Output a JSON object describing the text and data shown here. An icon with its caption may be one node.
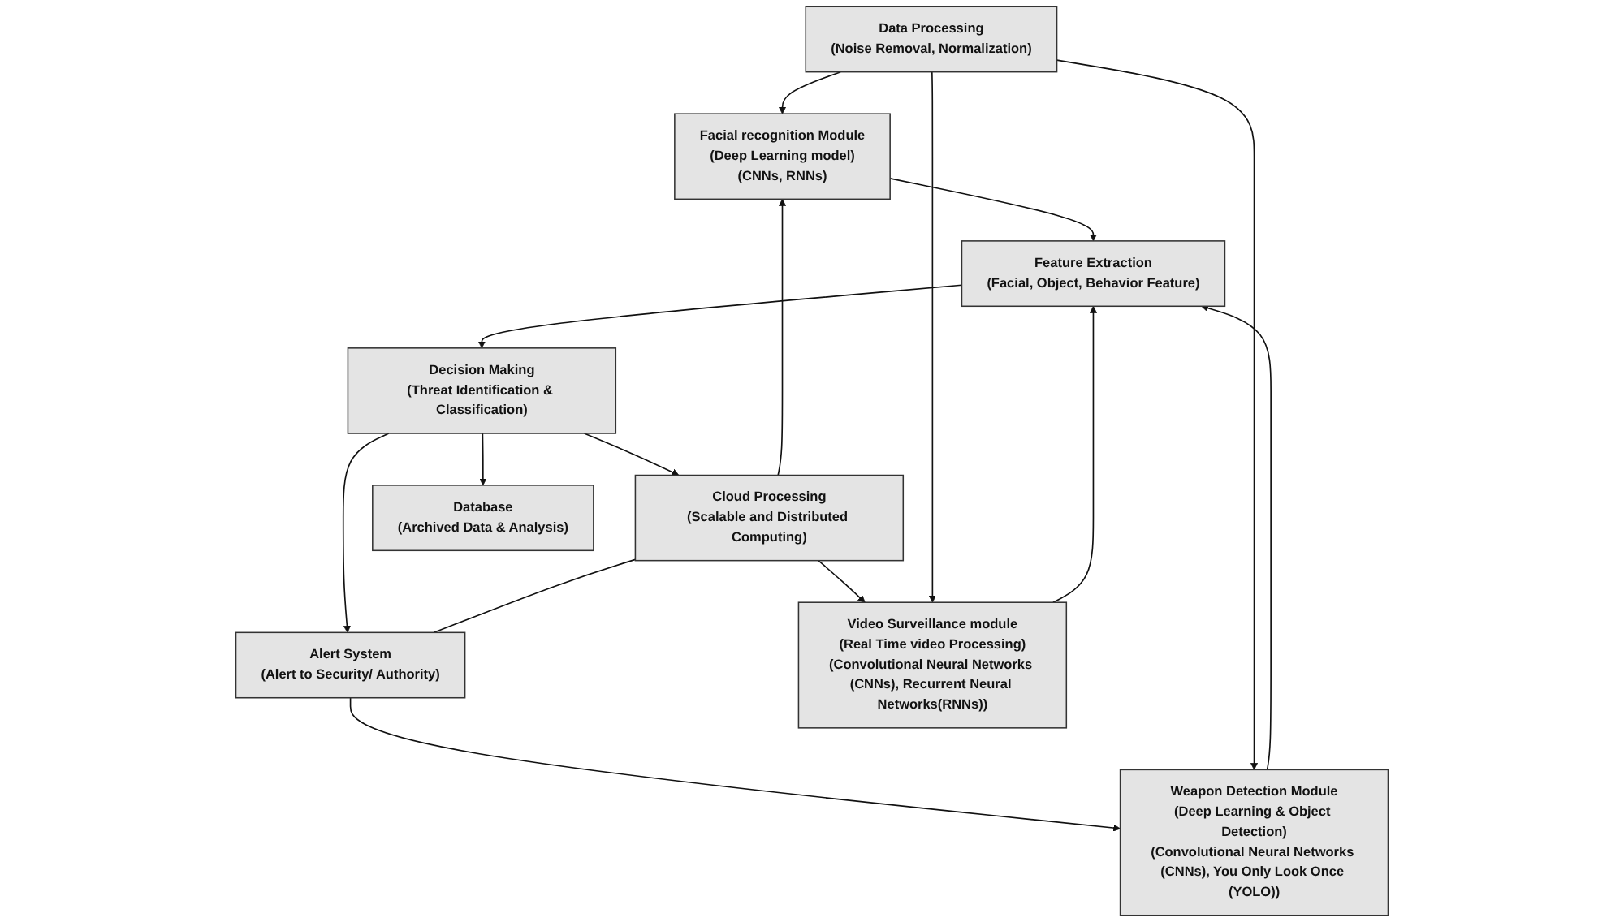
{
  "diagram": {
    "nodes": [
      {
        "text": [
          "Data Processing",
          "(Noise Removal, Normalization)"
        ]
      },
      {
        "text": [
          "Facial recognition Module",
          "(Deep Learning model)",
          "(CNNs, RNNs)"
        ]
      },
      {
        "text": [
          "Feature Extraction",
          "(Facial, Object, Behavior Feature)"
        ]
      },
      {
        "text": [
          "Decision Making",
          "(Threat Identification & Classification)"
        ]
      },
      {
        "text": [
          "Cloud Processing",
          "(Scalable and Distributed Computing)"
        ]
      },
      {
        "text": [
          "Alert System",
          "(Alert to Security/ Authority)"
        ]
      },
      {
        "text": [
          "Database",
          "(Archived Data & Analysis)"
        ]
      },
      {
        "text": [
          "Video Surveillance module",
          "(Real Time video Processing)",
          "(Convolutional Neural Networks (CNNs), Recurrent Neural Networks(RNNs))"
        ]
      },
      {
        "text": [
          "Weapon Detection Module",
          "(Deep Learning & Object Detection)",
          "(Convolutional Neural Networks (CNNs), You Only Look Once (YOLO))"
        ]
      }
    ],
    "edges": [
      {
        "from": 0,
        "to": 1,
        "arrow": "to"
      },
      {
        "from": 1,
        "to": 2,
        "arrow": "to"
      },
      {
        "from": 2,
        "to": 3,
        "arrow": "to"
      },
      {
        "from": 3,
        "to": 4,
        "arrow": "to"
      },
      {
        "from": 3,
        "to": 5,
        "arrow": "to"
      },
      {
        "from": 3,
        "to": 6,
        "arrow": "to"
      },
      {
        "from": 4,
        "to": 5,
        "arrow": "none"
      },
      {
        "from": 4,
        "to": 7,
        "arrow": "to"
      },
      {
        "from": 5,
        "to": 8,
        "arrow": "to"
      },
      {
        "from": 0,
        "to": 7,
        "arrow": "to"
      },
      {
        "from": 0,
        "to": 8,
        "arrow": "to"
      },
      {
        "from": 7,
        "to": 2,
        "arrow": "to"
      },
      {
        "from": 4,
        "to": 1,
        "arrow": "to"
      },
      {
        "from": 8,
        "to": 2,
        "arrow": "to"
      }
    ]
  }
}
